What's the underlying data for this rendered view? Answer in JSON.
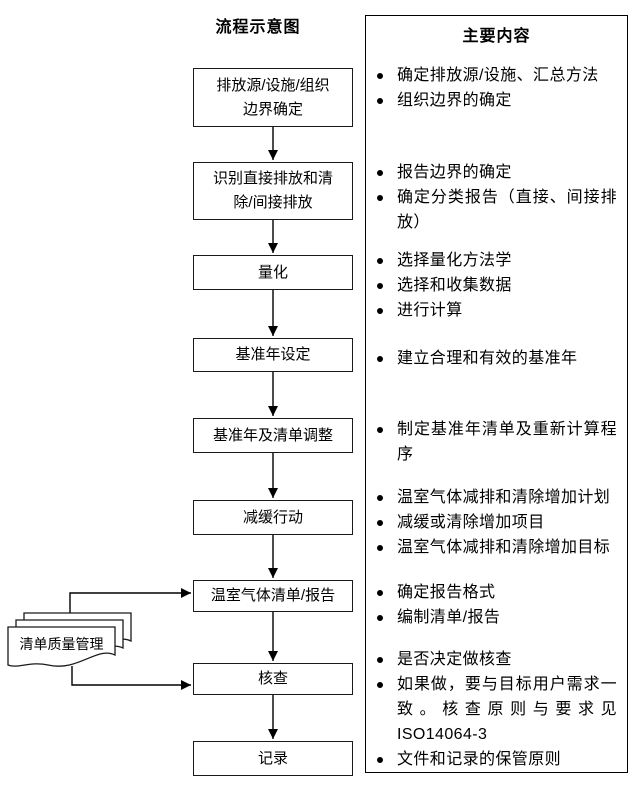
{
  "flow": {
    "title": "流程示意图",
    "boxes": [
      {
        "label": "排放源/设施/组织\n边界确定"
      },
      {
        "label": "识别直接排放和清\n除/间接排放"
      },
      {
        "label": "量化"
      },
      {
        "label": "基准年设定"
      },
      {
        "label": "基准年及清单调整"
      },
      {
        "label": "减缓行动"
      },
      {
        "label": "温室气体清单/报告"
      },
      {
        "label": "核查"
      },
      {
        "label": "记录"
      }
    ],
    "document_label": "清单质量管理"
  },
  "panel": {
    "title": "主要内容",
    "groups": [
      {
        "items": [
          "确定排放源/设施、汇总方法",
          "组织边界的确定"
        ]
      },
      {
        "items": [
          "报告边界的确定",
          "确定分类报告（直接、间接排放）"
        ]
      },
      {
        "items": [
          "选择量化方法学",
          "选择和收集数据",
          "进行计算"
        ]
      },
      {
        "items": [
          "建立合理和有效的基准年"
        ]
      },
      {
        "items": [
          "制定基准年清单及重新计算程序"
        ]
      },
      {
        "items": [
          "温室气体减排和清除增加计划",
          "减缓或清除增加项目",
          "温室气体减排和清除增加目标"
        ]
      },
      {
        "items": [
          "确定报告格式",
          "编制清单/报告"
        ]
      },
      {
        "items": [
          "是否决定做核查",
          "如果做，要与目标用户需求一致。核查原则与要求见ISO14064-3",
          "文件和记录的保管原则"
        ]
      }
    ]
  },
  "colors": {
    "line": "#000000",
    "text": "#000000",
    "background": "#ffffff"
  }
}
